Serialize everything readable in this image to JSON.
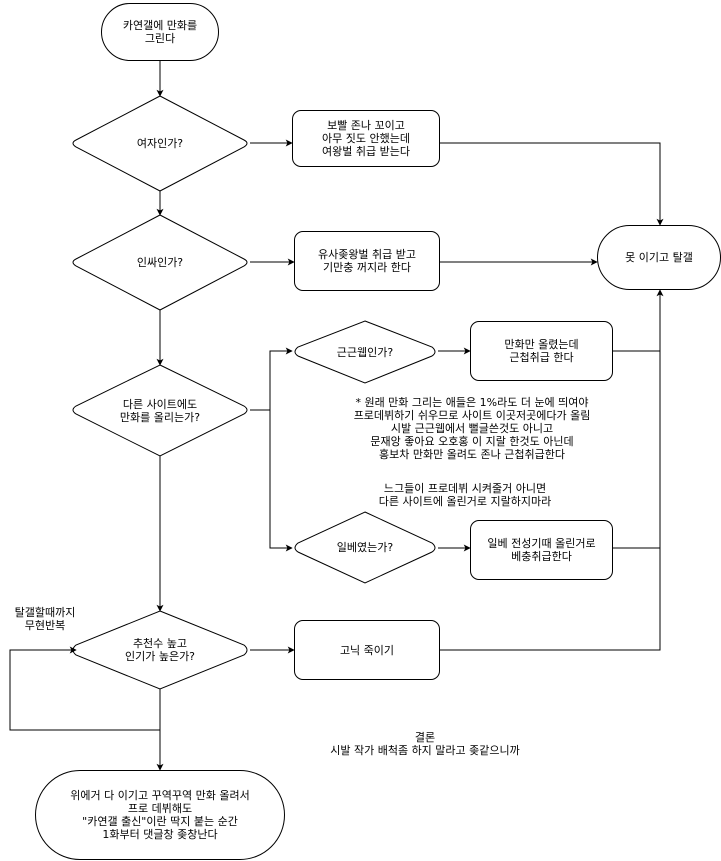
{
  "flowchart": {
    "start": "카연갤에 만화를\n그린다",
    "q_female": "여자인가?",
    "r_female": "보빨 존나 꼬이고\n아무 짓도 안했는데\n여왕벌 취급 받는다",
    "q_insider": "인싸인가?",
    "r_insider": "유사좆왕벌 취급 받고\n기만충 꺼지라 한다",
    "end_fail": "못 이기고 탈갤",
    "q_other_sites": "다른 사이트에도\n만화를 올리는가?",
    "q_geungeun": "근근웹인가?",
    "r_geungeun": "만화만 올렸는데\n근첩취급 한다",
    "note_main": "* 원래 만화 그리는 애들은 1%라도 더 눈에 띄여야\n프로데뷔하기 쉬우므로 사이트 이곳저곳에다가 올림\n시발 근근웹에서 뻘글쓴것도 아니고\n문재앙 좋아요 오호홍 이 지랄 한것도 아닌데\n홍보차 만화만 올려도 존나 근첩취급한다",
    "note_warning": "느그들이 프로데뷔 시켜줄거 아니면\n다른 사이트에 올린거로 지랄하지마라",
    "q_ilbe": "일베였는가?",
    "r_ilbe": "일베 전성기때 올린거로\n베충취급한다",
    "loop_label": "탈갤할때까지\n무현반복",
    "q_popular": "추천수 높고\n인기가 높은가?",
    "r_popular": "고닉 죽이기",
    "conclusion": "결론\n시발 작가 배척좀 하지 말라고 좆같으니까",
    "end_final": "위에거 다 이기고 꾸역꾸역 만화 올려서\n프로 데뷔해도\n\"카연갤 출신\"이란 딱지 붙는 순간\n1화부터 댓글창 좆창난다"
  },
  "colors": {
    "stroke": "#000000",
    "fill": "#ffffff",
    "text": "#000000"
  }
}
